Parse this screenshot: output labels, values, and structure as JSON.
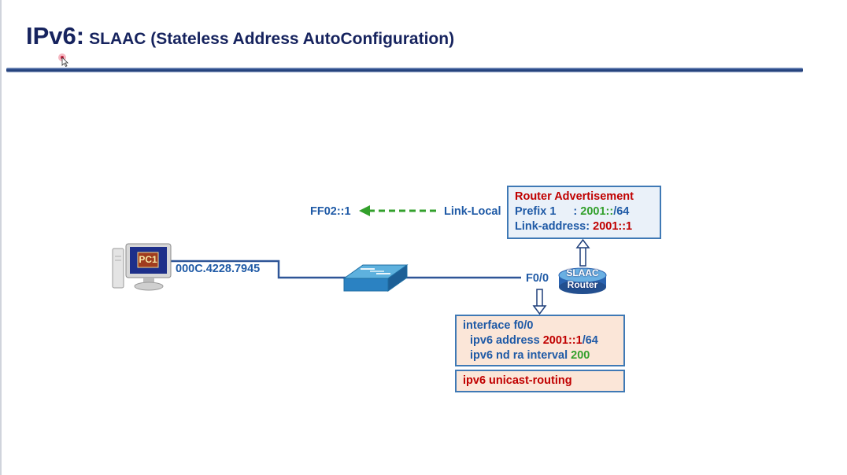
{
  "title": {
    "main": "IPv6:",
    "sub": "SLAAC (Stateless Address AutoConfiguration)"
  },
  "labels": {
    "multicast": "FF02::1",
    "link_local": "Link-Local",
    "mac": "000C.4228.7945",
    "iface": "F0/0"
  },
  "devices": {
    "pc": "PC1",
    "router_line1": "SLAAC",
    "router_line2": "Router"
  },
  "router_advertisement": {
    "heading": "Router Advertisement",
    "prefix_label": "Prefix 1",
    "prefix_sep": ":",
    "prefix_value": "2001::",
    "prefix_len": "/64",
    "link_label": "Link-address:",
    "link_value": "2001::1"
  },
  "config": {
    "line1": "interface f0/0",
    "addr_label": "ipv6 address",
    "addr_value": "2001::1",
    "addr_len": "/64",
    "ra_label": "ipv6 nd ra interval",
    "ra_value": "200",
    "unicast": "ipv6 unicast-routing"
  },
  "colors": {
    "title": "#16235e",
    "label_blue": "#1f5aa6",
    "red": "#c00000",
    "green": "#33a02c",
    "box_border": "#3f79b5",
    "ra_fill": "#eaf1f9",
    "cfg_fill": "#fbe6d8",
    "link_line": "#2e5597"
  }
}
